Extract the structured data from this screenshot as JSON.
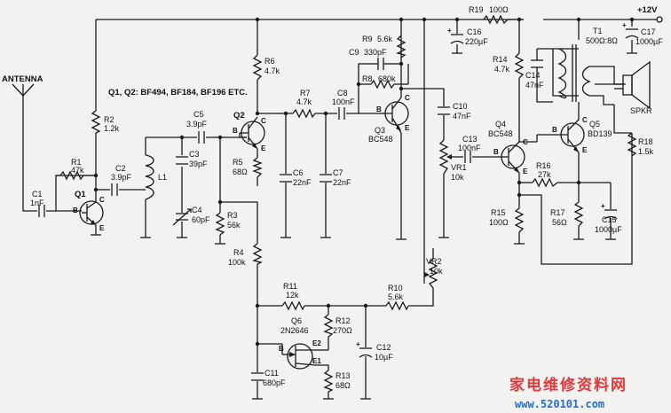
{
  "supply": {
    "label": "+12V"
  },
  "antenna": {
    "label": "ANTENNA"
  },
  "note": {
    "text": "Q1, Q2: BF494, BF184, BF196 ETC."
  },
  "components": {
    "R1": {
      "ref": "R1",
      "value": "47k"
    },
    "R2": {
      "ref": "R2",
      "value": "1.2k"
    },
    "R3": {
      "ref": "R3",
      "value": "56k"
    },
    "R4": {
      "ref": "R4",
      "value": "100k"
    },
    "R5": {
      "ref": "R5",
      "value": "68Ω"
    },
    "R6": {
      "ref": "R6",
      "value": "4.7k"
    },
    "R7": {
      "ref": "R7",
      "value": "4.7k"
    },
    "R8": {
      "ref": "R8",
      "value": "680k"
    },
    "R9": {
      "ref": "R9",
      "value": "5.6k"
    },
    "R10": {
      "ref": "R10",
      "value": "5.6k"
    },
    "R11": {
      "ref": "R11",
      "value": "12k"
    },
    "R12": {
      "ref": "R12",
      "value": "270Ω"
    },
    "R13": {
      "ref": "R13",
      "value": "68Ω"
    },
    "R14": {
      "ref": "R14",
      "value": "4.7k"
    },
    "R15": {
      "ref": "R15",
      "value": "100Ω"
    },
    "R16": {
      "ref": "R16",
      "value": "27k"
    },
    "R17": {
      "ref": "R17",
      "value": "56Ω"
    },
    "R18": {
      "ref": "R18",
      "value": "1.5k"
    },
    "R19": {
      "ref": "R19",
      "value": "100Ω"
    },
    "C1": {
      "ref": "C1",
      "value": "1nF"
    },
    "C2": {
      "ref": "C2",
      "value": "3.9pF"
    },
    "C3": {
      "ref": "C3",
      "value": "39pF"
    },
    "C4": {
      "ref": "C4",
      "value": "60pF"
    },
    "C5": {
      "ref": "C5",
      "value": "3.9pF"
    },
    "C6": {
      "ref": "C6",
      "value": "22nF"
    },
    "C7": {
      "ref": "C7",
      "value": "22nF"
    },
    "C8": {
      "ref": "C8",
      "value": "100nF"
    },
    "C9": {
      "ref": "C9",
      "value": "330pF"
    },
    "C10": {
      "ref": "C10",
      "value": "47nF"
    },
    "C11": {
      "ref": "C11",
      "value": "680pF"
    },
    "C12": {
      "ref": "C12",
      "value": "10µF"
    },
    "C13": {
      "ref": "C13",
      "value": "100nF"
    },
    "C14": {
      "ref": "C14",
      "value": "47nF"
    },
    "C15": {
      "ref": "C15",
      "value": "1000µF"
    },
    "C16": {
      "ref": "C16",
      "value": "220µF"
    },
    "C17": {
      "ref": "C17",
      "value": "1000µF"
    },
    "L1": {
      "ref": "L1"
    },
    "VR1": {
      "ref": "VR1",
      "value": "10k"
    },
    "VR2": {
      "ref": "VR2",
      "value": "10k"
    },
    "T1": {
      "ref": "T1",
      "value": "500Ω:8Ω"
    },
    "SPKR": {
      "ref": "SPKR"
    },
    "Q1": {
      "ref": "Q1"
    },
    "Q2": {
      "ref": "Q2"
    },
    "Q3": {
      "ref": "Q3",
      "value": "BC548"
    },
    "Q4": {
      "ref": "Q4",
      "value": "BC548"
    },
    "Q5": {
      "ref": "Q5",
      "value": "BD139"
    },
    "Q6": {
      "ref": "Q6",
      "value": "2N2646"
    }
  },
  "pins": {
    "b": "B",
    "c": "C",
    "e": "E",
    "e1": "E1",
    "e2": "E2"
  },
  "watermark": {
    "line1": "家电维修资料网",
    "line2": "www.520101.com"
  }
}
